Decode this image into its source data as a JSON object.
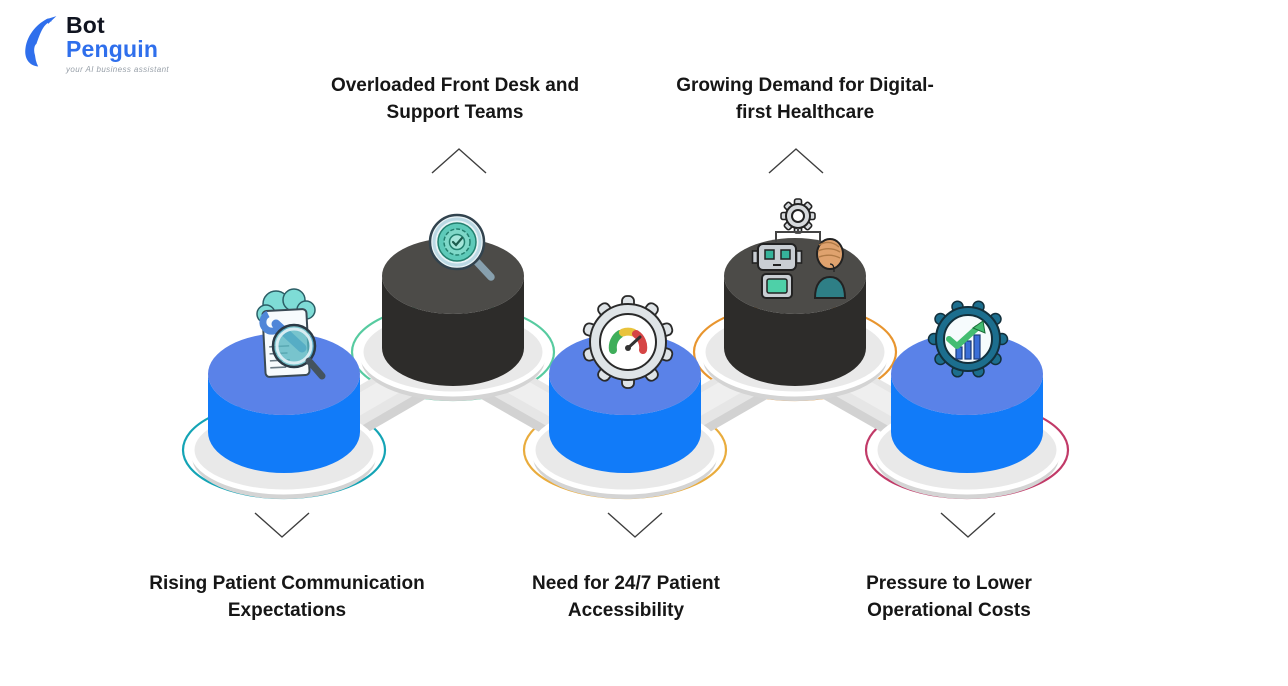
{
  "logo": {
    "title_primary": "Bot",
    "title_secondary": "Penguin",
    "tagline": "your AI business assistant",
    "brand_color": "#2f6fec"
  },
  "items": [
    {
      "label": "Rising Patient Communication Expectations",
      "position": "bottom",
      "icon": "document-wrench-magnifier-icon",
      "cylinder_color": "#117bf9",
      "cylinder_top_color": "#5a82e8",
      "ring_color": "#14a4b5"
    },
    {
      "label": "Overloaded Front Desk and Support Teams",
      "position": "top",
      "icon": "target-magnifier-icon",
      "cylinder_color": "#2d2c2a",
      "cylinder_top_color": "#4c4b48",
      "ring_color": "#57cba0"
    },
    {
      "label": "Need for 24/7 Patient Accessibility",
      "position": "bottom",
      "icon": "gauge-gear-icon",
      "cylinder_color": "#117bf9",
      "cylinder_top_color": "#5a82e8",
      "ring_color": "#e9ac3d"
    },
    {
      "label": "Growing Demand for Digital-first Healthcare",
      "position": "top",
      "icon": "robot-human-gear-icon",
      "cylinder_color": "#2d2c2a",
      "cylinder_top_color": "#4c4b48",
      "ring_color": "#e8952e"
    },
    {
      "label": "Pressure to Lower Operational Costs",
      "position": "bottom",
      "icon": "growth-gear-icon",
      "cylinder_color": "#117bf9",
      "cylinder_top_color": "#5a82e8",
      "ring_color": "#c13a68"
    }
  ]
}
